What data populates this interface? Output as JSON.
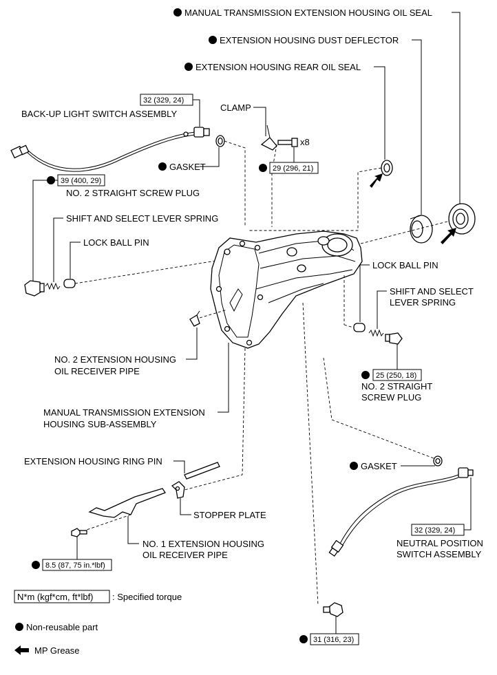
{
  "labels": {
    "manual_oil_seal": "MANUAL TRANSMISSION EXTENSION HOUSING OIL SEAL",
    "dust_deflector": "EXTENSION HOUSING DUST DEFLECTOR",
    "rear_oil_seal": "EXTENSION HOUSING REAR OIL SEAL",
    "backup_switch": "BACK-UP LIGHT SWITCH ASSEMBLY",
    "clamp": "CLAMP",
    "x8": "x8",
    "gasket_top": "GASKET",
    "screw_plug_left": "NO. 2 STRAIGHT SCREW PLUG",
    "spring_left": "SHIFT AND SELECT LEVER SPRING",
    "lock_ball_left": "LOCK BALL PIN",
    "lock_ball_right": "LOCK BALL PIN",
    "spring_right_1": "SHIFT AND SELECT",
    "spring_right_2": "LEVER SPRING",
    "receiver_pipe2_1": "NO. 2 EXTENSION HOUSING",
    "receiver_pipe2_2": "OIL RECEIVER PIPE",
    "screw_plug_right_1": "NO. 2 STRAIGHT",
    "screw_plug_right_2": "SCREW PLUG",
    "housing_1": "MANUAL TRANSMISSION EXTENSION",
    "housing_2": "HOUSING SUB-ASSEMBLY",
    "ring_pin": "EXTENSION HOUSING RING PIN",
    "gasket_bottom": "GASKET",
    "stopper_plate": "STOPPER PLATE",
    "receiver_pipe1_1": "NO. 1 EXTENSION HOUSING",
    "receiver_pipe1_2": "OIL RECEIVER PIPE",
    "neutral_switch_1": "NEUTRAL POSITION",
    "neutral_switch_2": "SWITCH ASSEMBLY"
  },
  "torques": {
    "backup_switch": "32 (329, 24)",
    "clamp_bolt": "29 (296, 21)",
    "screw_plug_left": "39 (400, 29)",
    "screw_plug_right": "25 (250, 18)",
    "neutral_switch": "32 (329, 24)",
    "receiver_bolt": "8.5 (87, 75 in.*lbf)",
    "drain_plug": "31 (316, 23)"
  },
  "legend": {
    "torque_box": "N*m (kgf*cm, ft*lbf)",
    "torque_desc": ": Specified torque",
    "non_reusable": "Non-reusable part",
    "grease": "MP Grease"
  }
}
